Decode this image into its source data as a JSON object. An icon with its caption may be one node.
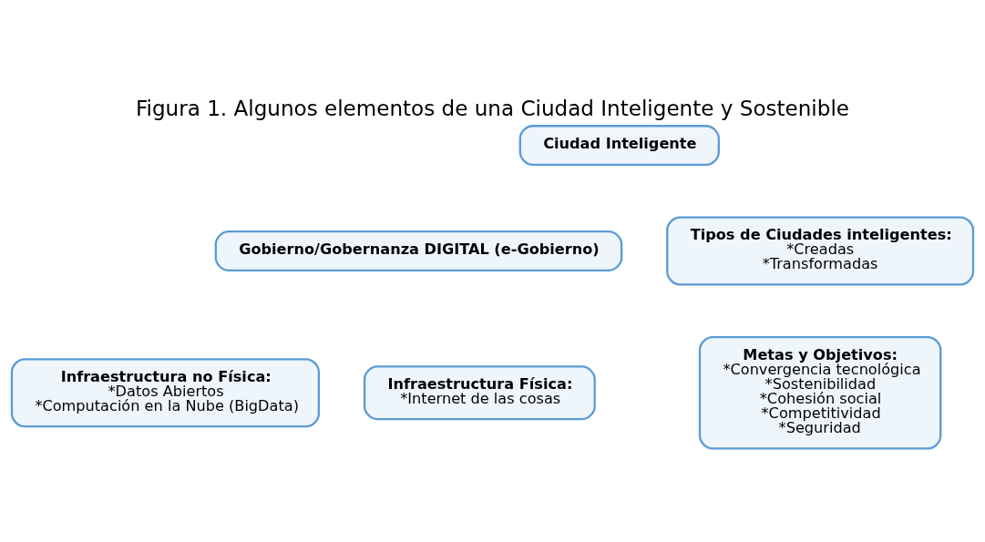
{
  "diagram": {
    "title": "Figura 1. Algunos elementos de una Ciudad Inteligente y Sostenible",
    "nodes": [
      {
        "text": [
          "Ciudad Inteligente"
        ]
      },
      {
        "text": [
          "Gobierno/Gobernanza DIGITAL (e-Gobierno)"
        ]
      },
      {
        "text": [
          "Tipos de Ciudades inteligentes:",
          "*Creadas",
          "*Transformadas"
        ]
      },
      {
        "text": [
          "Infraestructura no Física:",
          "*Datos Abiertos",
          "*Computación en la Nube (BigData)"
        ]
      },
      {
        "text": [
          "Infraestructura Física:",
          "*Internet de las cosas"
        ]
      },
      {
        "text": [
          "Metas y Objetivos:",
          "*Convergencia tecnológica",
          "*Sostenibilidad",
          "*Cohesión social",
          "*Competitividad",
          "*Seguridad"
        ]
      }
    ],
    "edges": []
  }
}
